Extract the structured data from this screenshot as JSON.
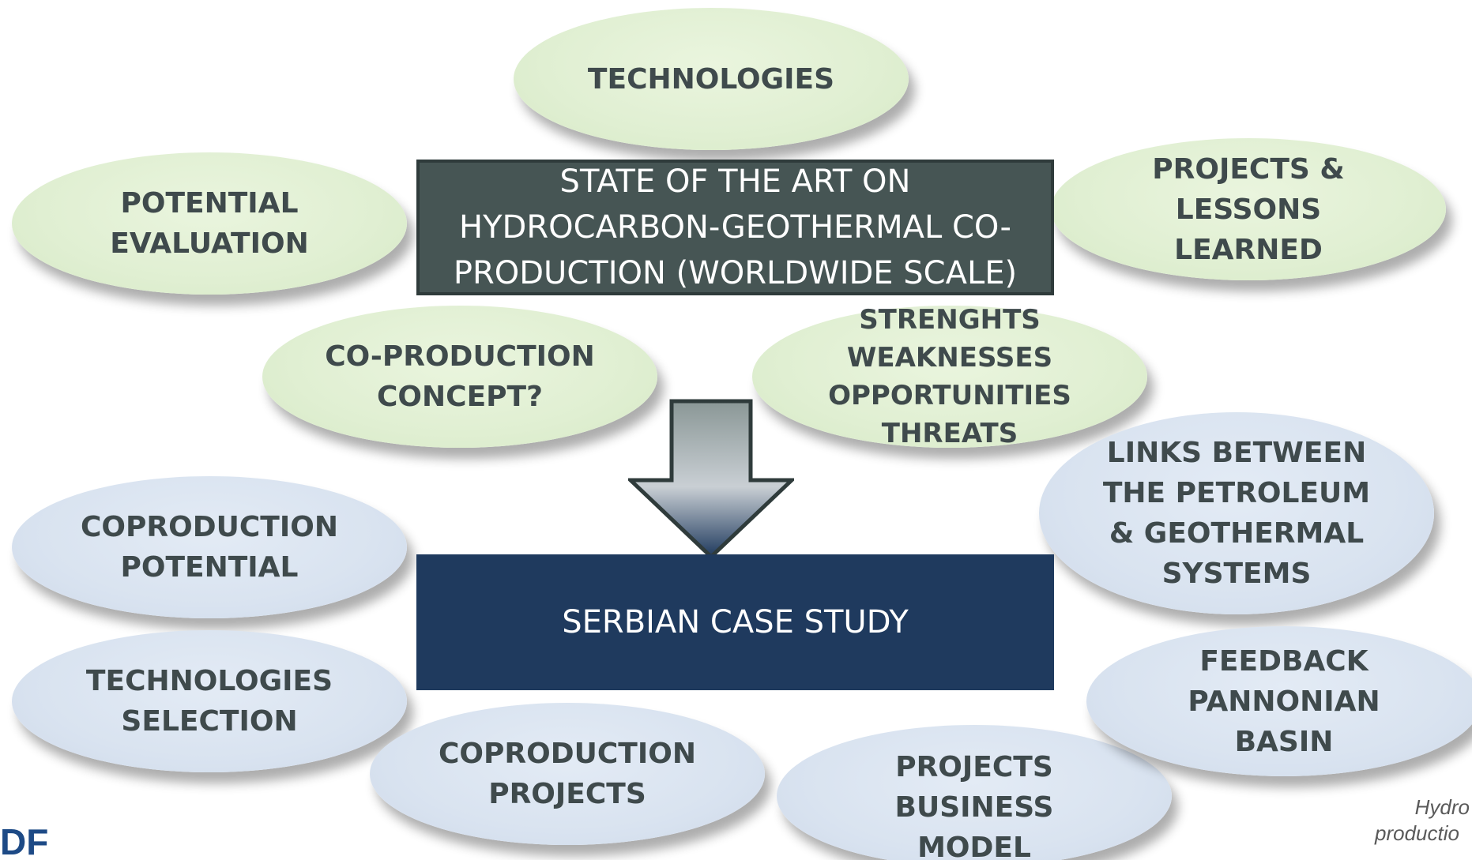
{
  "top_box": {
    "lines": [
      "STATE OF THE ART ON",
      "HYDROCARBON-GEOTHERMAL CO-",
      "PRODUCTION (WORLDWIDE SCALE)"
    ]
  },
  "bottom_box": {
    "label": "SERBIAN CASE STUDY"
  },
  "green_nodes": {
    "technologies": [
      "TECHNOLOGIES"
    ],
    "potential_evaluation": [
      "POTENTIAL",
      "EVALUATION"
    ],
    "projects_lessons": [
      "PROJECTS &",
      "LESSONS",
      "LEARNED"
    ],
    "coproduction_concept": [
      "CO-PRODUCTION",
      "CONCEPT?"
    ],
    "swot": [
      "STRENGHTS",
      "WEAKNESSES",
      "OPPORTUNITIES",
      "THREATS"
    ]
  },
  "blue_nodes": {
    "coproduction_potential": [
      "COPRODUCTION",
      "POTENTIAL"
    ],
    "technologies_selection": [
      "TECHNOLOGIES",
      "SELECTION"
    ],
    "coproduction_projects": [
      "COPRODUCTION",
      "PROJECTS"
    ],
    "projects_business_model": [
      "PROJECTS",
      "BUSINESS",
      "MODEL"
    ],
    "links_systems": [
      "LINKS BETWEEN",
      "THE PETROLEUM",
      "& GEOTHERMAL",
      "SYSTEMS"
    ],
    "feedback_pannonian": [
      "FEEDBACK",
      "PANNONIAN",
      "BASIN"
    ]
  },
  "footer": {
    "lines": [
      "Hydro",
      "productio"
    ]
  },
  "logo": {
    "text": "DF"
  },
  "colors": {
    "green_fill": "#e0efd2",
    "blue_fill": "#d9e3f0",
    "dark_box": "#465554",
    "navy_box": "#1f3a5e",
    "node_text": "#3f4a4c",
    "logo": "#1d4a86"
  },
  "icons": {
    "arrow": "down-arrow-icon"
  }
}
